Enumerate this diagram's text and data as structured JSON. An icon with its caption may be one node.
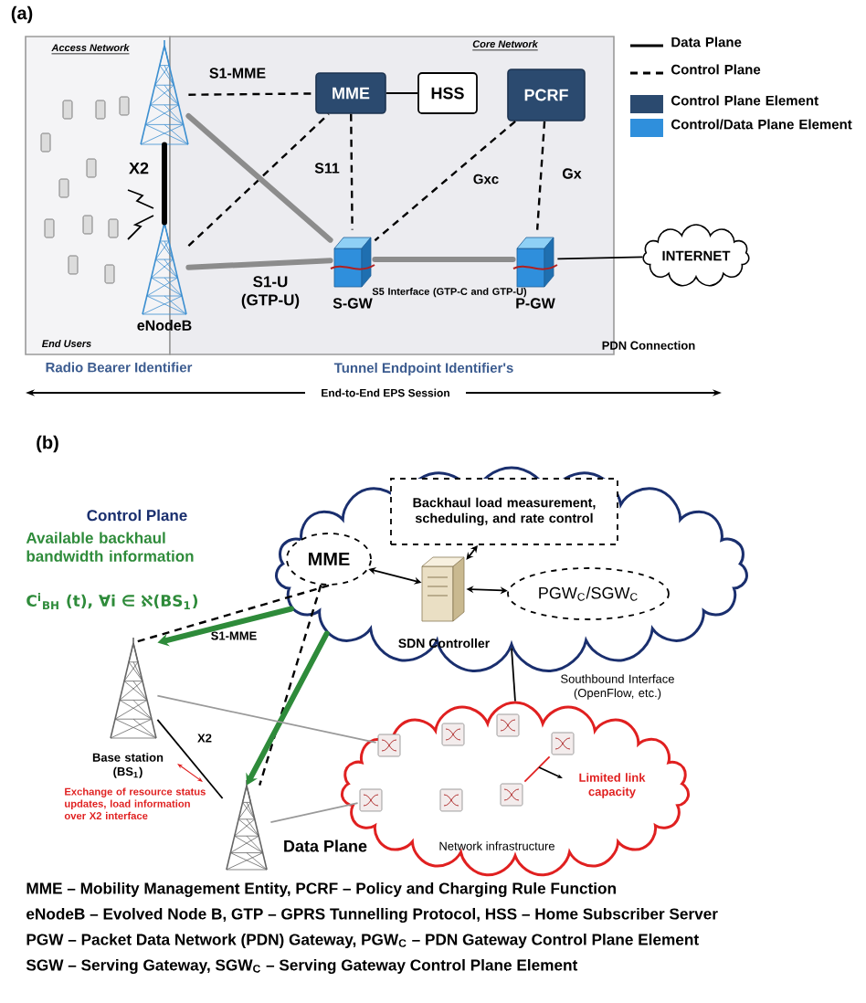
{
  "diagram": {
    "nodes": [
      {
        "text": [
          "Access Network",
          "End Users"
        ]
      },
      {
        "text": [
          "Core Network"
        ]
      },
      {
        "text": [],
        "shape": "tower"
      },
      {
        "text": [
          "eNodeB"
        ]
      },
      {
        "text": [
          "MME"
        ],
        "in": 1
      },
      {
        "text": [
          "HSS"
        ],
        "in": 1
      },
      {
        "text": [
          "PCRF"
        ],
        "in": 1
      },
      {
        "text": [
          "S-GW"
        ],
        "in": 1
      },
      {
        "text": [
          "P-GW"
        ],
        "in": 1
      },
      {
        "text": [
          "INTERNET"
        ]
      },
      {
        "text": [],
        "shape": "cloud"
      },
      {
        "text": [
          "Backhaul load measurement, scheduling, and rate control"
        ],
        "in": 10
      },
      {
        "text": [
          "MME"
        ],
        "in": 10
      },
      {
        "text": [
          "SDN Controller"
        ],
        "in": 10
      },
      {
        "text": [
          "PGW$_{C}$/SGW$_{C}$"
        ],
        "in": 10
      },
      {
        "text": [
          "Base station (BS$_{1}$)"
        ]
      },
      {
        "text": [],
        "shape": "tower"
      },
      {
        "text": [
          "Network infrastructure"
        ]
      },
      {
        "text": [],
        "shape": "switch",
        "in": 17
      },
      {
        "text": [],
        "shape": "switch",
        "in": 17
      },
      {
        "text": [],
        "shape": "switch",
        "in": 17
      },
      {
        "text": [],
        "shape": "switch",
        "in": 17
      },
      {
        "text": [],
        "shape": "switch",
        "in": 17
      },
      {
        "text": [],
        "shape": "switch",
        "in": 17
      },
      {
        "text": [],
        "shape": "switch",
        "in": 17
      }
    ],
    "edges": [
      {
        "from": 2,
        "to": 4,
        "arrow": "none",
        "label": "S1-MME",
        "style": "dashed"
      },
      {
        "from": 3,
        "to": 4,
        "arrow": "none",
        "style": "dashed"
      },
      {
        "from": 2,
        "to": 7,
        "arrow": "none",
        "style": "thick",
        "color": "#8c8c8c"
      },
      {
        "from": 3,
        "to": 7,
        "arrow": "none",
        "label": "S1-U (GTP-U)",
        "style": "thick",
        "color": "#8c8c8c"
      },
      {
        "from": 2,
        "to": 3,
        "arrow": "none",
        "label": "X2",
        "style": "thick"
      },
      {
        "from": 4,
        "to": 5,
        "arrow": "none"
      },
      {
        "from": 4,
        "to": 7,
        "arrow": "none",
        "label": "S11",
        "style": "dashed"
      },
      {
        "from": 6,
        "to": 7,
        "arrow": "none",
        "label": "Gxc",
        "style": "dashed"
      },
      {
        "from": 6,
        "to": 8,
        "arrow": "none",
        "label": "Gx",
        "style": "dashed"
      },
      {
        "from": 7,
        "to": 8,
        "arrow": "none",
        "label": "S5 Interface (GTP-C and GTP-U)",
        "style": "thick",
        "color": "#8c8c8c"
      },
      {
        "from": 8,
        "to": 9,
        "arrow": "none"
      },
      {
        "from": 13,
        "to": 11,
        "arrow": "both"
      },
      {
        "from": 13,
        "to": 12,
        "arrow": "both"
      },
      {
        "from": 13,
        "to": 14,
        "arrow": "both"
      },
      {
        "from": 10,
        "to": 17,
        "arrow": "none",
        "label": "Southbound Interface (OpenFlow, etc.)"
      },
      {
        "from": 12,
        "to": 15,
        "arrow": "none",
        "label": "S1-MME",
        "style": "dashed"
      },
      {
        "from": 12,
        "to": 16,
        "arrow": "none",
        "style": "dashed"
      },
      {
        "from": 15,
        "to": 16,
        "arrow": "none",
        "label": "X2"
      },
      {
        "from": 10,
        "to": 15,
        "arrow": "to",
        "style": "thick",
        "color": "#2e8b3a"
      },
      {
        "from": 10,
        "to": 16,
        "arrow": "to",
        "style": "thick",
        "color": "#2e8b3a"
      },
      {
        "from": 15,
        "to": 19,
        "arrow": "none",
        "color": "#9a9a9a"
      },
      {
        "from": 16,
        "to": 18,
        "arrow": "none",
        "color": "#9a9a9a"
      },
      {
        "from": 23,
        "to": 24,
        "arrow": "none",
        "label": "Limited link capacity",
        "color": "#e02020"
      }
    ],
    "labels": [
      "(a)",
      "Radio Bearer Identifier",
      "Tunnel Endpoint Identifier's",
      "End-to-End EPS Session",
      "PDN Connection",
      "(b)",
      "Control Plane",
      "Available backhaul bandwidth information",
      "C$^{i}$$_{BH}$ (t), ∀i ∈ ℵ(BS$_{1}$)",
      "Exchange of resource status updates, load information over X2 interface",
      "Data Plane",
      "MME – Mobility Management Entity, PCRF – Policy and Charging Rule Function",
      "eNodeB – Evolved Node B, GTP – GPRS Tunnelling Protocol, HSS – Home Subscriber Server",
      "PGW – Packet Data Network (PDN) Gateway, PGW$_{C}$ – PDN Gateway Control Plane Element",
      "SGW – Serving Gateway, SGW$_{C}$ – Serving Gateway Control Plane Element"
    ],
    "legend": [
      {
        "text": "Data Plane"
      },
      {
        "text": "Control Plane"
      },
      {
        "text": "Control Plane Element",
        "color": "#2b4a6f"
      },
      {
        "text": "Control/Data Plane Element",
        "color": "#2f8fdc"
      }
    ]
  }
}
